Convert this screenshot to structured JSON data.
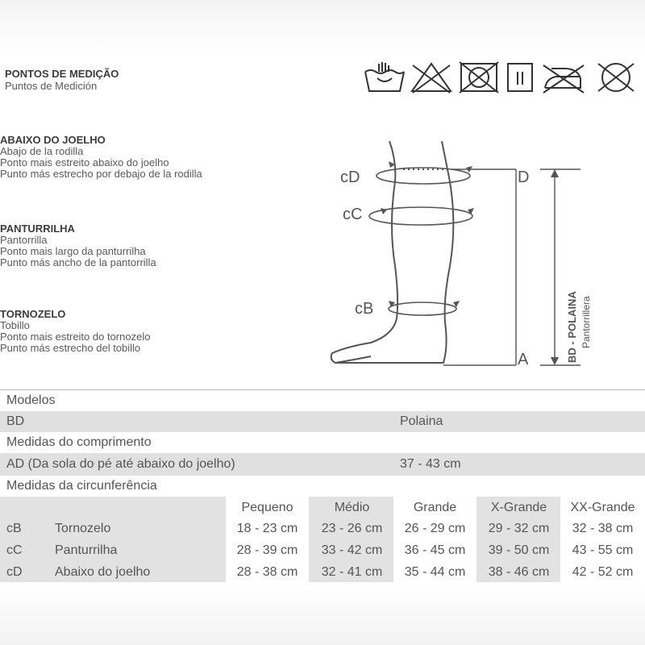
{
  "header": {
    "title": "PONTOS DE MEDIÇÃO",
    "subtitle": "Puntos de Medición"
  },
  "care_icons": [
    "hand-wash-icon",
    "no-bleach-icon",
    "no-tumble-dry-icon",
    "dry-flat-icon",
    "no-iron-icon",
    "no-dry-clean-icon"
  ],
  "points": [
    {
      "title": "ABAIXO DO JOELHO",
      "lines": [
        "Abajo de la rodilla",
        "Ponto mais estreito abaixo do joelho",
        "Punto más estrecho por debajo de la rodilla"
      ]
    },
    {
      "title": "PANTURRILHA",
      "lines": [
        "Pantorrilla",
        "Ponto mais largo da panturrilha",
        "Punto más ancho de la pantorrilla"
      ]
    },
    {
      "title": "TORNOZELO",
      "lines": [
        "Tobillo",
        "Ponto mais estreito do tornozelo",
        "Punto más estrecho del tobillo"
      ]
    }
  ],
  "diagram": {
    "cD": "cD",
    "cC": "cC",
    "cB": "cB",
    "D": "D",
    "A": "A",
    "bd_label": "BD - POLAINA",
    "bd_sub": "Pantorrillera"
  },
  "table": {
    "models_label": "Modelos",
    "model_code": "BD",
    "model_name": "Polaina",
    "length_label": "Medidas do comprimento",
    "length_name": "AD (Da sola do pé até abaixo do joelho)",
    "length_value": "37 - 43 cm",
    "circ_label": "Medidas da circunferência",
    "sizes": [
      "Pequeno",
      "Médio",
      "Grande",
      "X-Grande",
      "XX-Grande"
    ],
    "rows": [
      {
        "code": "cB",
        "name": "Tornozelo",
        "values": [
          "18 - 23 cm",
          "23 - 26 cm",
          "26 - 29 cm",
          "29 - 32 cm",
          "32 - 38 cm"
        ]
      },
      {
        "code": "cC",
        "name": "Panturrilha",
        "values": [
          "28 - 39 cm",
          "33 - 42 cm",
          "36 - 45 cm",
          "39 - 50 cm",
          "43 - 55 cm"
        ]
      },
      {
        "code": "cD",
        "name": "Abaixo do joelho",
        "values": [
          "28 - 38 cm",
          "32 - 41 cm",
          "35 - 44 cm",
          "38 - 46 cm",
          "42 - 52 cm"
        ]
      }
    ]
  }
}
